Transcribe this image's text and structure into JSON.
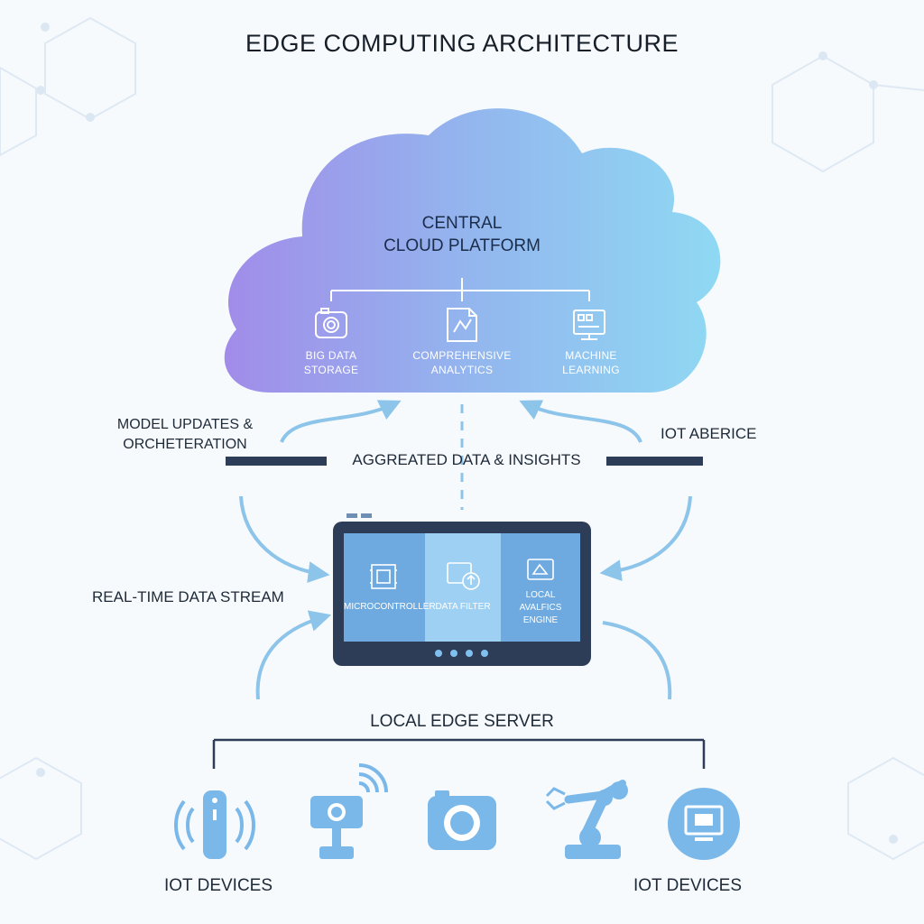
{
  "title": "EDGE COMPUTING ARCHITECTURE",
  "cloud": {
    "title_line1": "CENTRAL",
    "title_line2": "CLOUD PLATFORM",
    "services": [
      {
        "icon": "camera-icon",
        "line1": "BIG DATA",
        "line2": "STORAGE"
      },
      {
        "icon": "analytics-document-icon",
        "line1": "COMPREHENSIVE",
        "line2": "ANALYTICS"
      },
      {
        "icon": "monitor-ml-icon",
        "line1": "MACHINE",
        "line2": "LEARNING"
      }
    ]
  },
  "labels": {
    "model_updates_line1": "MODEL UPDATES &",
    "model_updates_line2": "ORCHETERATION",
    "iot_aberice": "IOT ABERICE",
    "aggregated": "AGGREATED DATA & INSIGHTS",
    "realtime": "REAL-TIME DATA STREAM",
    "local_edge_server": "LOCAL EDGE SERVER",
    "iot_devices_left": "IOT DEVICES",
    "iot_devices_right": "IOT DEVICES"
  },
  "edge_server": {
    "panels": [
      {
        "icon": "microcontroller-icon",
        "line1": "MICROCONTROLLER",
        "line2": "",
        "line3": ""
      },
      {
        "icon": "data-filter-icon",
        "line1": "DATA FILTER",
        "line2": "",
        "line3": ""
      },
      {
        "icon": "analytics-engine-icon",
        "line1": "LOCAL",
        "line2": "AVALFICS",
        "line3": "ENGINE"
      }
    ]
  },
  "devices": [
    "remote-sensor-icon",
    "wifi-camera-icon",
    "camera-icon",
    "robot-arm-icon",
    "monitor-icon"
  ],
  "colors": {
    "cloud_left": "#a08de8",
    "cloud_right": "#8fd6f2",
    "arrow": "#8cc4ea",
    "server_frame": "#2d3d57",
    "device_blue": "#7bb8ea"
  }
}
